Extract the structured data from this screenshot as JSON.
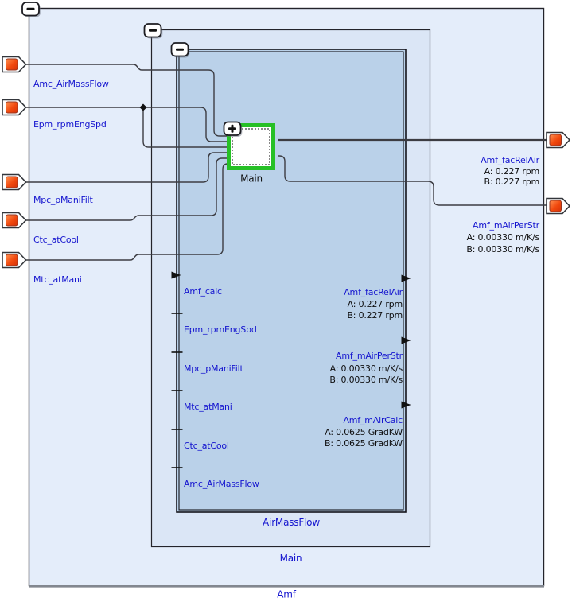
{
  "boxes": {
    "outer_label": "Amf",
    "middle_label": "Main",
    "inner_label": "AirMassFlow"
  },
  "collapsed_block": {
    "label": "Main"
  },
  "inputs": [
    {
      "label": "Amc_AirMassFlow"
    },
    {
      "label": "Epm_rpmEngSpd"
    },
    {
      "label": "Mpc_pManiFilt"
    },
    {
      "label": "Ctc_atCool"
    },
    {
      "label": "Mtc_atMani"
    }
  ],
  "outputs": [
    {
      "name": "Amf_facRelAir",
      "value_a": "A: 0.227 rpm",
      "value_b": "B: 0.227 rpm"
    },
    {
      "name": "Amf_mAirPerStr",
      "value_a": "A: 0.00330 m/K/s",
      "value_b": "B: 0.00330 m/K/s"
    }
  ],
  "inner_block": {
    "input_ports": [
      "Amf_calc",
      "Epm_rpmEngSpd",
      "Mpc_pManiFilt",
      "Mtc_atMani",
      "Ctc_atCool",
      "Amc_AirMassFlow"
    ],
    "output_ports": [
      {
        "name": "Amf_facRelAir",
        "value_a": "A: 0.227 rpm",
        "value_b": "B: 0.227 rpm"
      },
      {
        "name": "Amf_mAirPerStr",
        "value_a": "A: 0.00330 m/K/s",
        "value_b": "B: 0.00330 m/K/s"
      },
      {
        "name": "Amf_mAirCalc",
        "value_a": "A: 0.0625 GradKW",
        "value_b": "B: 0.0625 GradKW"
      }
    ]
  },
  "icons": {
    "collapse_button": "minus",
    "expand_button": "plus",
    "port_symbol": "orange-square-arrow"
  },
  "colors": {
    "outer_fill": "#e4edfa",
    "middle_fill": "#dbe6f6",
    "inner_fill": "#bad1e9",
    "selection_green": "#26c026",
    "port_orange": "#f1490e",
    "label_blue": "#1515cf",
    "wire_gray": "#3c3c42"
  }
}
